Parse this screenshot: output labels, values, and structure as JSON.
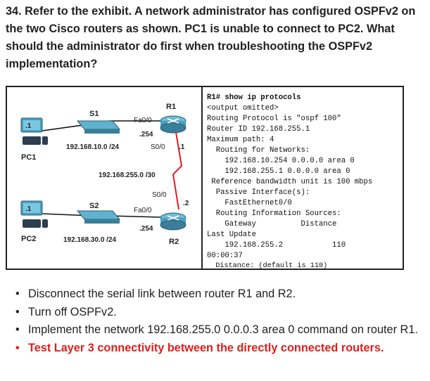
{
  "question": "34. Refer to the exhibit. A network administrator has configured OSPFv2 on the two Cisco routers as shown. PC1 is unable to connect to PC2. What should the administrator do first when troubleshooting the OSPFv2 implementation?",
  "topology": {
    "r1": "R1",
    "r2": "R2",
    "s1": "S1",
    "s2": "S2",
    "pc1": "PC1",
    "pc2": "PC2",
    "pc1_port": ".1",
    "pc2_port": ".1",
    "r1_fa": "Fa0/0",
    "r1_fa_ip": ".254",
    "r1_s0": "S0/0",
    "r1_s0_ip": ".1",
    "r2_fa": "Fa0/0",
    "r2_fa_ip": ".254",
    "r2_s0": "S0/0",
    "r2_s0_ip": ".2",
    "net_top": "192.168.10.0 /24",
    "net_serial": "192.168.255.0 /30",
    "net_bottom": "192.168.30.0 /24"
  },
  "console_lines": [
    "R1# show ip protocols",
    "<output omitted>",
    "Routing Protocol is \"ospf 100\"",
    "Router ID 192.168.255.1",
    "Maximum path: 4",
    "  Routing for Networks:",
    "    192.168.10.254 0.0.0.0 area 0",
    "    192.168.255.1 0.0.0.0 area 0",
    " Reference bandwidth unit is 100 mbps",
    "  Passive Interface(s):",
    "    FastEthernet0/0",
    "  Routing Information Sources:",
    "    Gateway          Distance",
    "Last Update",
    "    192.168.255.2           110",
    "00:00:37",
    "  Distance: (default is 110)"
  ],
  "answers": [
    "Disconnect the serial link between router R1 and R2.",
    "Turn off OSPFv2.",
    "Implement the network 192.168.255.0 0.0.0.3 area 0 command on router R1.",
    "Test Layer 3 connectivity between the directly connected routers."
  ],
  "correct_answer_color": "#e01e1e"
}
